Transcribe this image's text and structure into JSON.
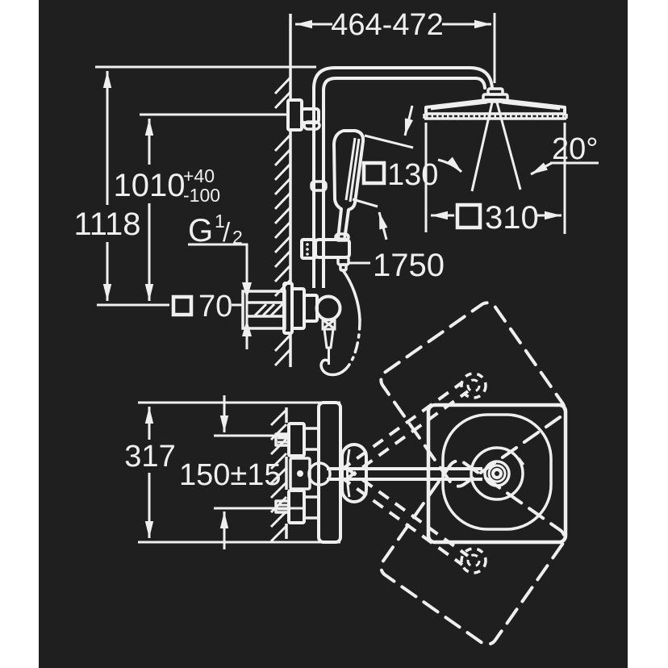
{
  "colors": {
    "background": "#1f1f1f",
    "line": "#efefef",
    "margin": "#ffffff"
  },
  "dimensions": {
    "top_width": "464-472",
    "overall_height": "1118",
    "head_height": "1010",
    "head_height_tol_plus": "+40",
    "head_height_tol_minus": "-100",
    "thread": {
      "g": "G",
      "sup": "1",
      "slash": "/",
      "sub": "2"
    },
    "escutcheon_size": "70",
    "hand_shower_size": "130",
    "head_size": "310",
    "swivel_angle": "20°",
    "hose_length": "1750",
    "depth": "317",
    "supply_distance": "150±15"
  }
}
